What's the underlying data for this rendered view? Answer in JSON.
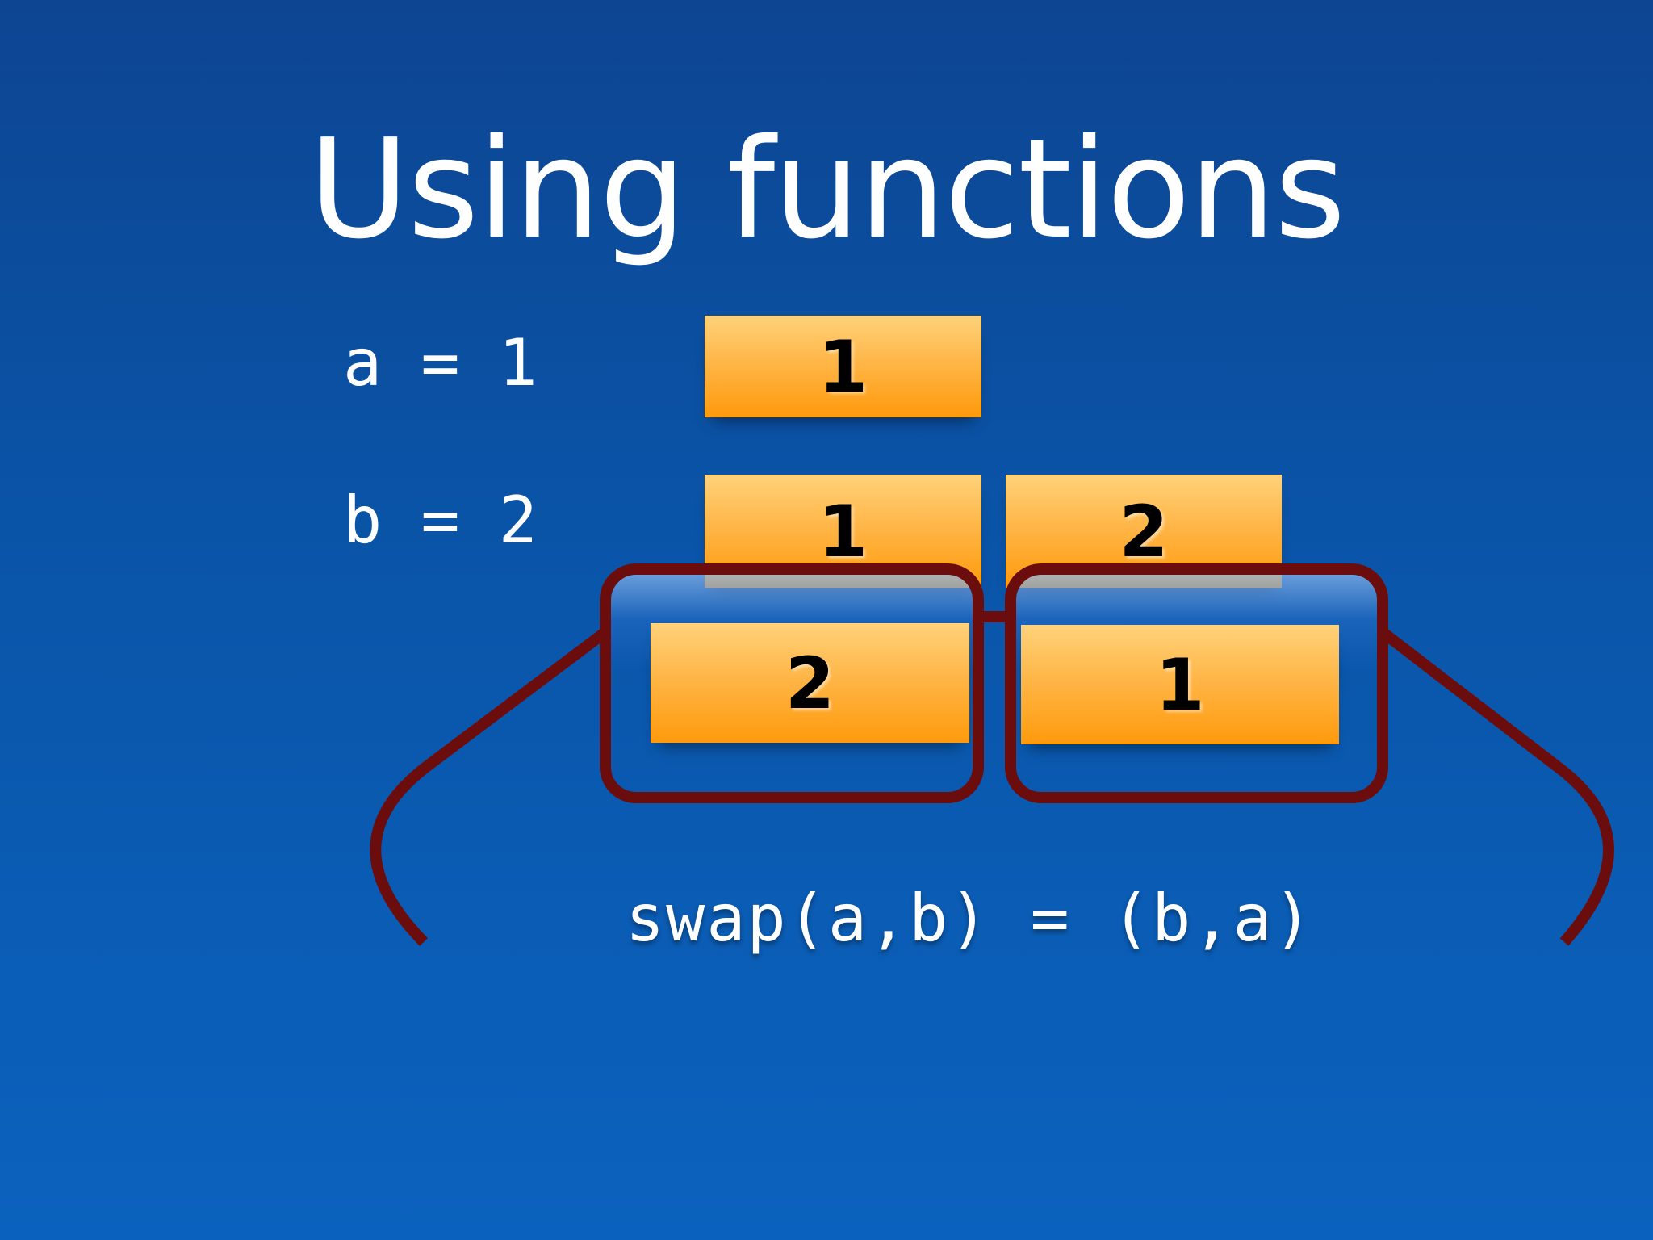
{
  "slide": {
    "title": "Using functions"
  },
  "code": {
    "assign_a": "a = 1",
    "assign_b": "b = 2",
    "swap": "swap(a,b) = (b,a)"
  },
  "boxes": {
    "row1": "1",
    "row2_left": "1",
    "row2_right": "2",
    "lens_left": "2",
    "lens_right": "1"
  },
  "colors": {
    "background": "#0a55a9",
    "box": "#ffa929",
    "glasses_frame": "#6b0d0d"
  }
}
